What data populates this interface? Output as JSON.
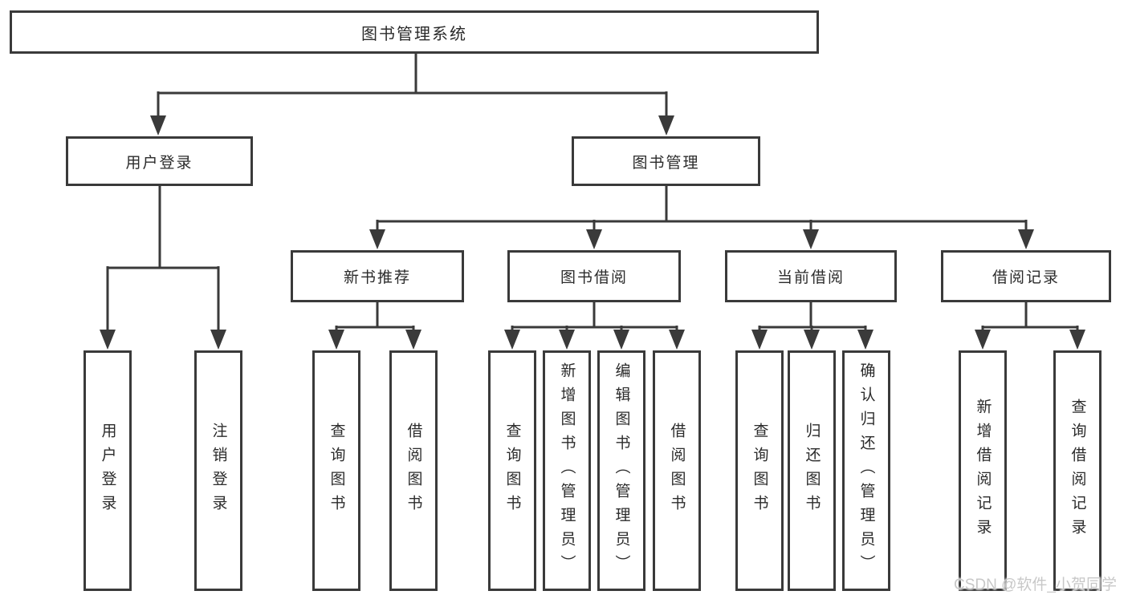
{
  "tree": {
    "root": {
      "label": "图书管理系统"
    },
    "branches": [
      {
        "label": "用户登录",
        "leaves": [
          {
            "label": "用户登录"
          },
          {
            "label": "注销登录"
          }
        ]
      },
      {
        "label": "图书管理",
        "sections": [
          {
            "label": "新书推荐",
            "leaves": [
              {
                "label": "查询图书"
              },
              {
                "label": "借阅图书"
              }
            ]
          },
          {
            "label": "图书借阅",
            "leaves": [
              {
                "label": "查询图书"
              },
              {
                "label": "新增图书（管理员）"
              },
              {
                "label": "编辑图书（管理员）"
              },
              {
                "label": "借阅图书"
              }
            ]
          },
          {
            "label": "当前借阅",
            "leaves": [
              {
                "label": "查询图书"
              },
              {
                "label": "归还图书"
              },
              {
                "label": "确认归还（管理员）"
              }
            ]
          },
          {
            "label": "借阅记录",
            "leaves": [
              {
                "label": "新增借阅记录"
              },
              {
                "label": "查询借阅记录"
              }
            ]
          }
        ]
      }
    ]
  },
  "watermark": {
    "text": "CSDN @软件_小贺同学"
  },
  "style": {
    "line_color": "#3a3a3a",
    "text_color": "#2b2b2b",
    "background": "#ffffff",
    "watermark_color": "#c8c8c8"
  }
}
